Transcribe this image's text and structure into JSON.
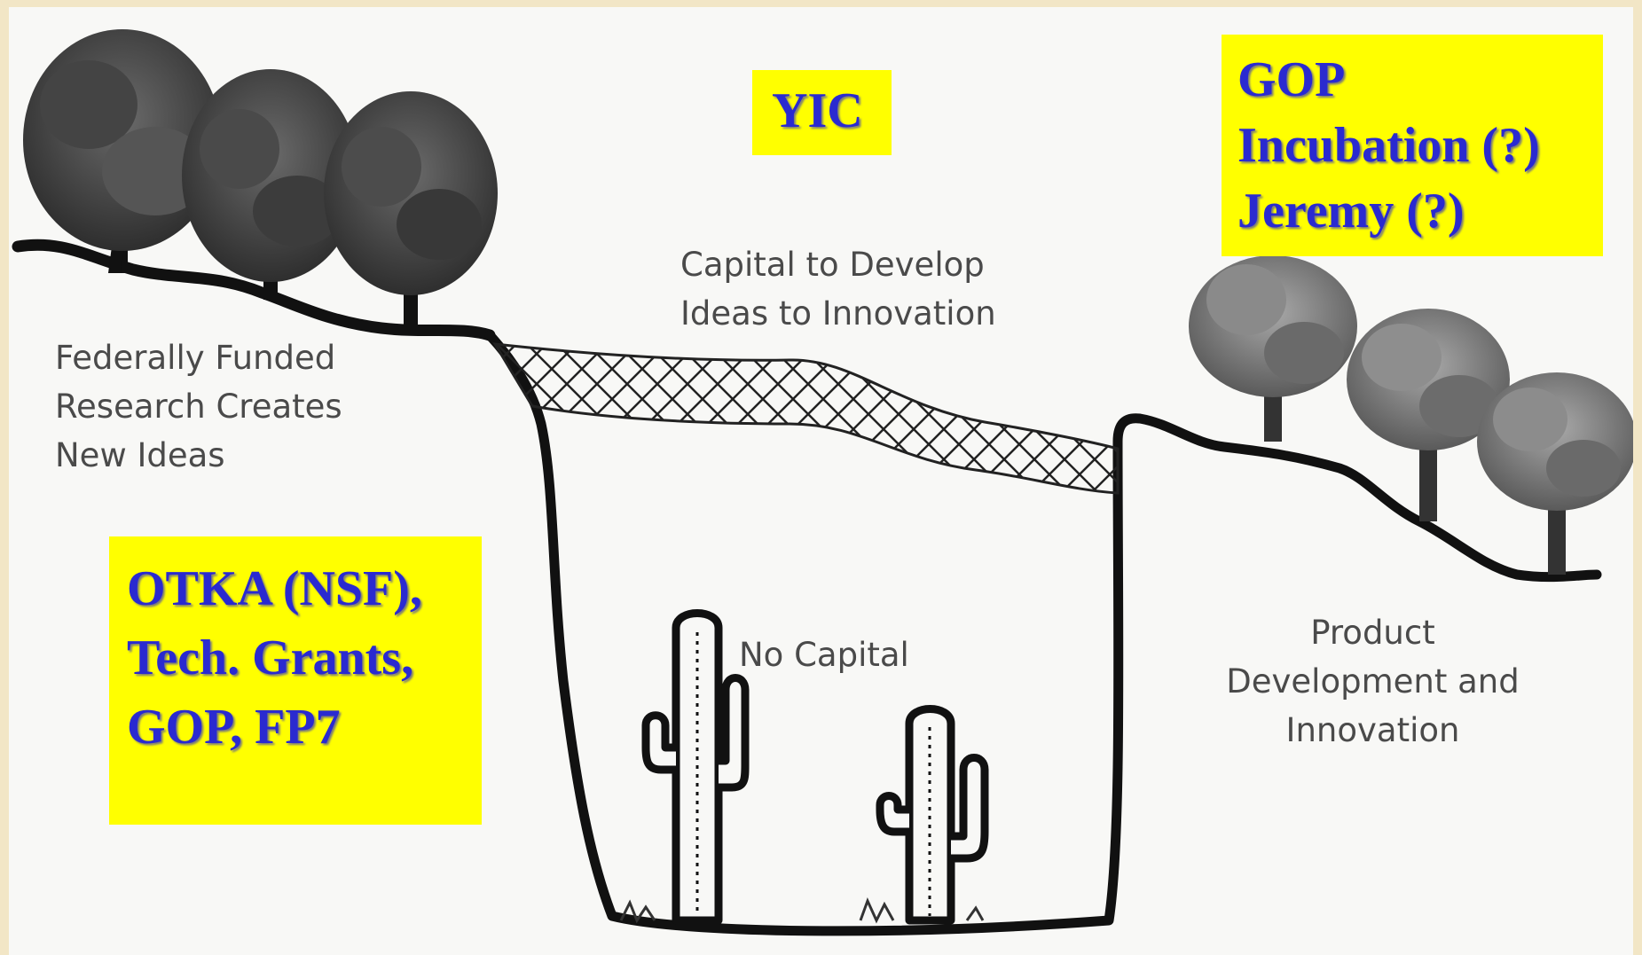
{
  "boxes": {
    "yic": {
      "label": "YIC"
    },
    "right": {
      "lines": [
        "GOP",
        "Incubation (?)",
        "Jeremy (?)"
      ]
    },
    "left": {
      "lines": [
        "OTKA (NSF),",
        "Tech. Grants,",
        "GOP, FP7"
      ]
    }
  },
  "captions": {
    "research": [
      "Federally Funded",
      "Research Creates",
      "New Ideas"
    ],
    "capital": [
      "Capital to Develop",
      "Ideas to Innovation"
    ],
    "no_capital": "No Capital",
    "product": [
      "Product",
      "Development and",
      "Innovation"
    ]
  },
  "colors": {
    "highlight_box": "#ffff00",
    "highlight_text": "#2a2ad0",
    "background_frame": "#f2e6c6",
    "drawing": "#111111"
  }
}
